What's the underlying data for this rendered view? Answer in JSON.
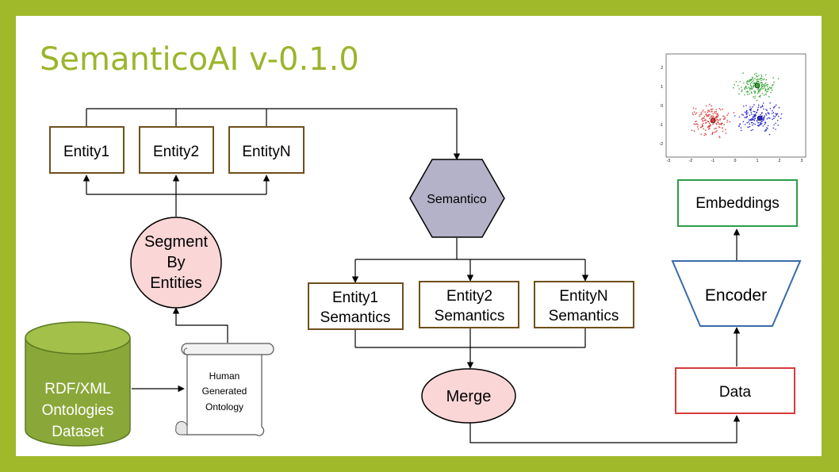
{
  "title": "SemanticoAI v-0.1.0",
  "colors": {
    "frame": "#a0b92a",
    "title": "#9bb52b",
    "entity_border": "#6e4f1c",
    "hexagon": "#b3b2c9",
    "pink": "#fbd6d6",
    "db": "#8aa83a",
    "embed_border": "#2e9c4a",
    "encoder_border": "#3a6aa8",
    "data_border": "#d63a3a"
  },
  "nodes": {
    "entity1": "Entity1",
    "entity2": "Entity2",
    "entityN": "EntityN",
    "segment": [
      "Segment",
      "By",
      "Entities"
    ],
    "database": [
      "RDF/XML",
      "Ontologies",
      "Dataset"
    ],
    "scroll": [
      "Human",
      "Generated",
      "Ontology"
    ],
    "semantico": "Semantico",
    "sem1": [
      "Entity1",
      "Semantics"
    ],
    "sem2": [
      "Entity2",
      "Semantics"
    ],
    "semN": [
      "EntityN",
      "Semantics"
    ],
    "merge": "Merge",
    "data": "Data",
    "encoder": "Encoder",
    "embeddings": "Embeddings"
  },
  "scatter": {
    "x_ticks": [
      "-3",
      "-2",
      "-1",
      "0",
      "1",
      "2",
      "3"
    ],
    "y_ticks": [
      "2",
      "1",
      "0",
      "-1",
      "-2"
    ],
    "cluster_colors": [
      "#e03a3a",
      "#2a2ad0",
      "#3aa83a"
    ]
  }
}
